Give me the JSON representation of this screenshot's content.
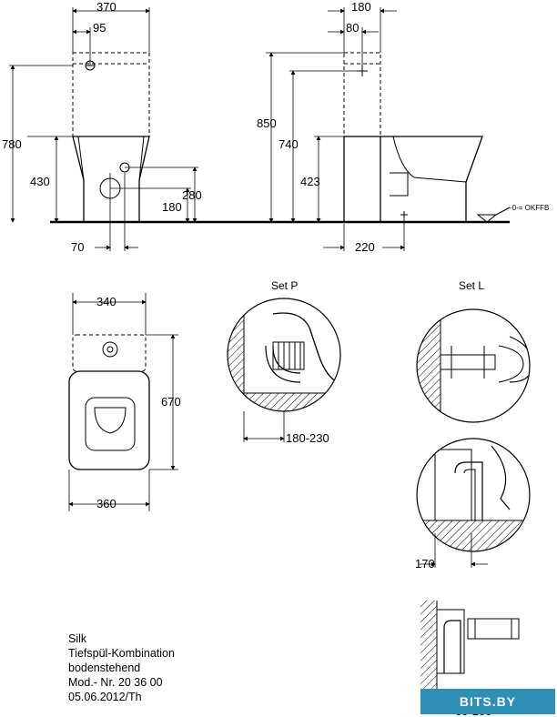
{
  "front_view": {
    "width_total": "370",
    "inlet_offset": "95",
    "height_total": "780",
    "bowl_height": "430",
    "outlet_height": "280",
    "outlet_center": "180",
    "outlet_offset": "70"
  },
  "side_view": {
    "depth_tank": "180",
    "inlet_offset": "80",
    "height_total": "850",
    "height_tank": "740",
    "outlet_height": "423",
    "outlet_distance": "220",
    "floor_mark": "-0-= OKFFB"
  },
  "top_view": {
    "width_tank": "340",
    "depth_total": "670",
    "width_bowl": "360"
  },
  "set_p": {
    "title": "Set P",
    "range": "180-230"
  },
  "set_l": {
    "title": "Set L",
    "distance": "170",
    "bottom_dim": "60-150"
  },
  "info": {
    "line1": "Silk",
    "line2": "Tiefspül-Kombination",
    "line3": "bodenstehend",
    "line4": "Mod.- Nr. 20 36 00",
    "line5": "05.06.2012/Th"
  },
  "watermark": "BITS.BY"
}
